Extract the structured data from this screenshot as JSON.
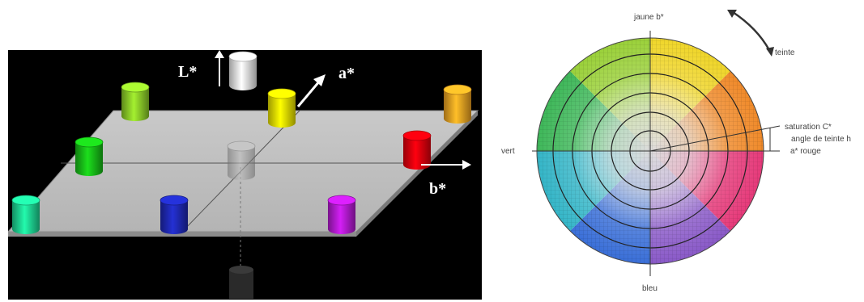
{
  "left_diagram": {
    "axis_labels": {
      "L": "L*",
      "a": "a*",
      "b": "b*"
    },
    "cylinder_colors": {
      "white": "#f2f2f2",
      "yellow": "#f2ea00",
      "yellow_green": "#8fd12a",
      "orange": "#f5a623",
      "green": "#18c218",
      "red": "#e8000d",
      "cyan_green": "#1ed996",
      "blue": "#1f2ab8",
      "purple": "#b81bd6",
      "gray": "#a8a8a8",
      "dark_gray": "#2a2a2a"
    },
    "plane_color": "#bdbdbd"
  },
  "right_diagram": {
    "labels": {
      "top": "jaune b*",
      "left": "vert",
      "bottom": "bleu",
      "right": "a* rouge",
      "hue_arrow": "teinte",
      "saturation": "saturation C*",
      "hue_angle": "angle de teinte h"
    }
  }
}
